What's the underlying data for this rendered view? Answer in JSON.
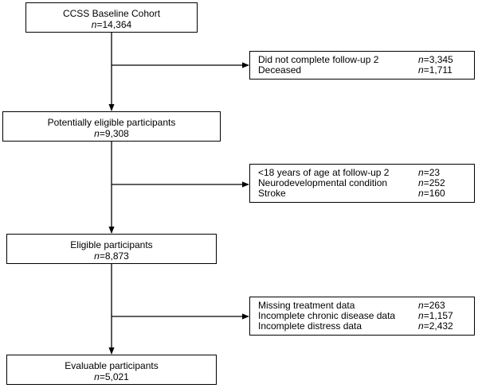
{
  "main_boxes": [
    {
      "title": "CCSS Baseline Cohort",
      "n_prefix": "n",
      "n_value": "=14,364"
    },
    {
      "title": "Potentially eligible participants",
      "n_prefix": "n",
      "n_value": "=9,308"
    },
    {
      "title": "Eligible participants",
      "n_prefix": "n",
      "n_value": "=8,873"
    },
    {
      "title": "Evaluable participants",
      "n_prefix": "n",
      "n_value": "=5,021"
    }
  ],
  "exclusion_boxes": [
    {
      "rows": [
        {
          "label": "Did not complete follow-up 2",
          "n_prefix": "n",
          "n_value": "=3,345"
        },
        {
          "label": "Deceased",
          "n_prefix": "n",
          "n_value": "=1,711"
        }
      ]
    },
    {
      "rows": [
        {
          "label": "<18 years of age at follow-up 2",
          "n_prefix": "n",
          "n_value": "=23"
        },
        {
          "label": "Neurodevelopmental condition",
          "n_prefix": "n",
          "n_value": "=252"
        },
        {
          "label": "Stroke",
          "n_prefix": "n",
          "n_value": "=160"
        }
      ]
    },
    {
      "rows": [
        {
          "label": "Missing treatment data",
          "n_prefix": "n",
          "n_value": "=263"
        },
        {
          "label": "Incomplete chronic disease data",
          "n_prefix": "n",
          "n_value": "=1,157"
        },
        {
          "label": "Incomplete distress data",
          "n_prefix": "n",
          "n_value": "=2,432"
        }
      ]
    }
  ]
}
